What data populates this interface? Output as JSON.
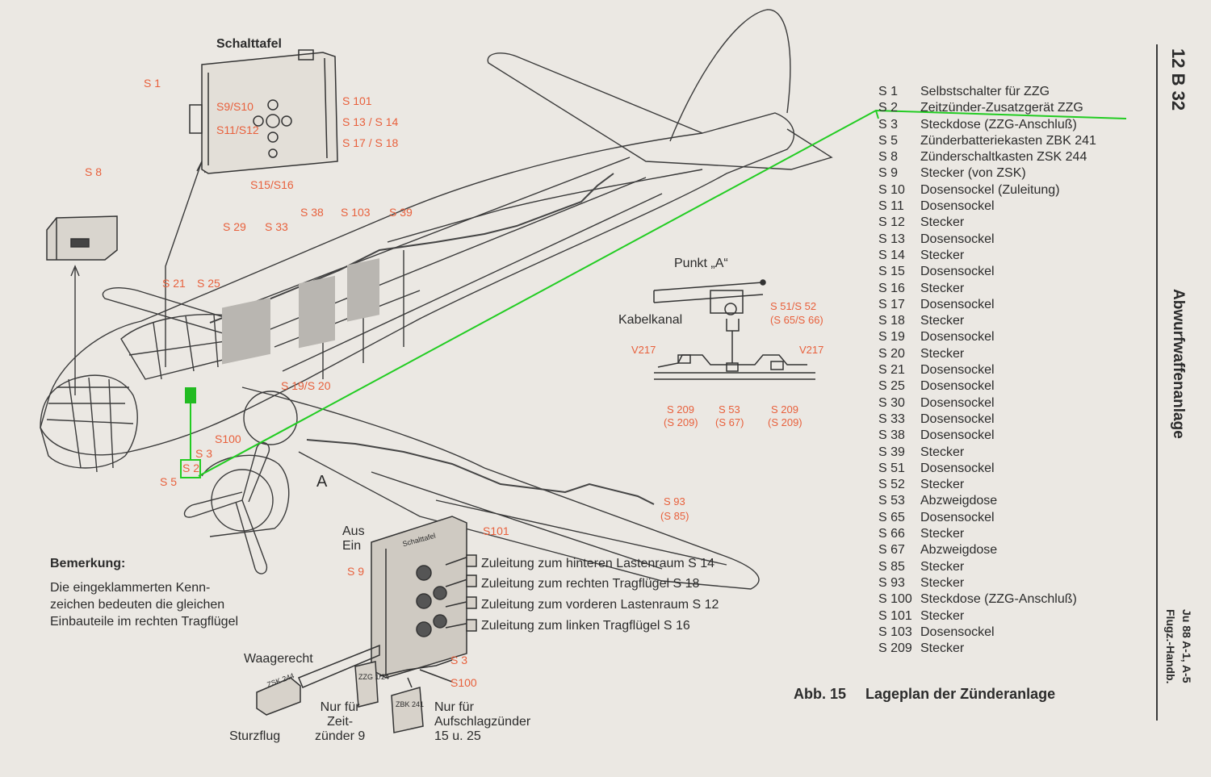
{
  "page_id": "12 B 32",
  "side_title": "Abwurfwaffenanlage",
  "side_footer_1": "Ju 88 A-1, A-5",
  "side_footer_2": "Flugz.-Handb.",
  "caption_num": "Abb. 15",
  "caption_text": "Lageplan der Zünderanlage",
  "legend": [
    {
      "code": "S 1",
      "text": "Selbstschalter für ZZG"
    },
    {
      "code": "S 2",
      "text": "Zeitzünder-Zusatzgerät ZZG"
    },
    {
      "code": "S 3",
      "text": "Steckdose (ZZG-Anschluß)"
    },
    {
      "code": "S 5",
      "text": "Zünderbatteriekasten ZBK 241"
    },
    {
      "code": "S 8",
      "text": "Zünderschaltkasten ZSK 244"
    },
    {
      "code": "S 9",
      "text": "Stecker (von ZSK)"
    },
    {
      "code": "S 10",
      "text": "Dosensockel (Zuleitung)"
    },
    {
      "code": "S 11",
      "text": "Dosensockel"
    },
    {
      "code": "S 12",
      "text": "Stecker"
    },
    {
      "code": "S 13",
      "text": "Dosensockel"
    },
    {
      "code": "S 14",
      "text": "Stecker"
    },
    {
      "code": "S 15",
      "text": "Dosensockel"
    },
    {
      "code": "S 16",
      "text": "Stecker"
    },
    {
      "code": "S 17",
      "text": "Dosensockel"
    },
    {
      "code": "S 18",
      "text": "Stecker"
    },
    {
      "code": "S 19",
      "text": "Dosensockel"
    },
    {
      "code": "S 20",
      "text": "Stecker"
    },
    {
      "code": "S 21",
      "text": "Dosensockel"
    },
    {
      "code": "S 25",
      "text": "Dosensockel"
    },
    {
      "code": "S 30",
      "text": "Dosensockel"
    },
    {
      "code": "S 33",
      "text": "Dosensockel"
    },
    {
      "code": "S 38",
      "text": "Dosensockel"
    },
    {
      "code": "S 39",
      "text": "Stecker"
    },
    {
      "code": "S 51",
      "text": "Dosensockel"
    },
    {
      "code": "S 52",
      "text": "Stecker"
    },
    {
      "code": "S 53",
      "text": "Abzweigdose"
    },
    {
      "code": "S 65",
      "text": "Dosensockel"
    },
    {
      "code": "S 66",
      "text": "Stecker"
    },
    {
      "code": "S 67",
      "text": "Abzweigdose"
    },
    {
      "code": "S 85",
      "text": "Stecker"
    },
    {
      "code": "S 93",
      "text": "Stecker"
    },
    {
      "code": "S 100",
      "text": "Steckdose (ZZG-Anschluß)"
    },
    {
      "code": "S 101",
      "text": "Stecker"
    },
    {
      "code": "S 103",
      "text": "Dosensockel"
    },
    {
      "code": "S 209",
      "text": "Stecker"
    }
  ],
  "labels": {
    "schalttafel": "Schalttafel",
    "s1": "S 1",
    "s9s10": "S9/S10",
    "s11s12": "S11/S12",
    "s101": "S 101",
    "s13s14": "S 13 / S 14",
    "s17s18": "S 17 / S 18",
    "s15s16": "S15/S16",
    "s8": "S 8",
    "s29": "S 29",
    "s33": "S 33",
    "s38": "S 38",
    "s103": "S 103",
    "s39": "S 39",
    "s21": "S 21",
    "s25": "S 25",
    "s19s20": "S 19/S 20",
    "s3": "S 3",
    "s100": "S100",
    "s2": "S 2",
    "s5": "S 5",
    "punkt_a": "Punkt „A“",
    "kabelkanal": "Kabelkanal",
    "s51s52": "S 51/S 52",
    "s65s66": "(S 65/S 66)",
    "v217a": "V217",
    "v217b": "V217",
    "s209a": "S 209",
    "s209a2": "(S 209)",
    "s53": "S 53",
    "s67": "(S 67)",
    "s209b": "S 209",
    "s209b2": "(S 209)",
    "s93": "S 93",
    "s85": "(S 85)",
    "marker_a": "A",
    "aus": "Aus",
    "ein": "Ein",
    "s101b": "S101",
    "s9b": "S 9",
    "panel_title": "Schalttafel",
    "zul1": "Zuleitung zum hinteren Lastenraum S 14",
    "zul2": "Zuleitung zum rechten Tragflügel S 18",
    "zul3": "Zuleitung zum vorderen Lastenraum S 12",
    "zul4": "Zuleitung zum linken Tragflügel S 16",
    "s3b": "S 3",
    "s100b": "S100",
    "waagerecht": "Waagerecht",
    "zsk": "ZSK 244",
    "zzg": "ZZG 1/24",
    "zbk": "ZBK 241",
    "sturzflug": "Sturzflug",
    "nur_zeit": "Nur für Zeit- zünder 9",
    "nur_zeit_1": "Nur für",
    "nur_zeit_2": "Zeit-",
    "nur_zeit_3": "zünder 9",
    "nur_aufschlag_1": "Nur für",
    "nur_aufschlag_2": "Aufschlagzünder",
    "nur_aufschlag_3": "15 u. 25"
  },
  "note": {
    "title": "Bemerkung:",
    "line1": "Die eingeklammerten Kenn-",
    "line2": "zeichen bedeuten die gleichen",
    "line3": "Einbauteile im rechten Tragflügel"
  },
  "colors": {
    "paper": "#ebe8e3",
    "ink": "#2b2b2b",
    "callout": "#e8603c",
    "highlight": "#22cc22"
  }
}
